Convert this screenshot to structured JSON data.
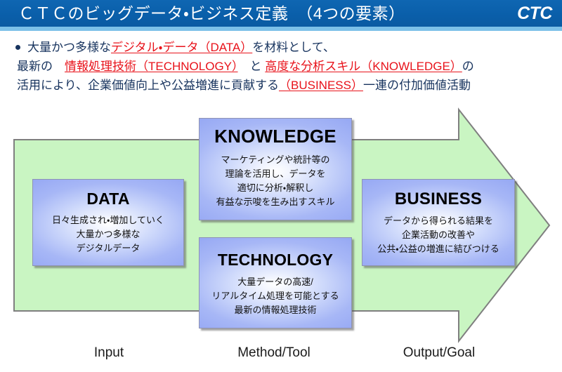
{
  "header": {
    "title": "ＣＴＣのビッグデータ・ビジネス定義　（4つの要素）",
    "logo": "CTC",
    "bar_color": "#0a5faa",
    "underline_color": "#7cc0e8"
  },
  "body": {
    "text_color": "#17335e",
    "highlight_color": "#e8121a",
    "line1": {
      "seg1": "大量かつ多様な",
      "seg2_highlight": "デジタル・データ（DATA）",
      "seg3": "を材料として、"
    },
    "line2": {
      "seg1": "最新の　",
      "seg2_highlight": "情報処理技術（TECHNOLOGY）",
      "seg3": "　と ",
      "seg4_highlight": "高度な分析スキル（KNOWLEDGE）",
      "seg5": "の"
    },
    "line3": {
      "seg1": "活用により、企業価値向上や公益増進に貢献する",
      "seg2_highlight": "（BUSINESS）",
      "seg3": "一連の付加価値活動"
    }
  },
  "diagram": {
    "arrow_fill": "#c9f5c2",
    "arrow_stroke": "#7f7f7f",
    "box_accent": "#97a9f4",
    "boxes": [
      {
        "id": "data",
        "title": "DATA",
        "desc": "日々生成され・増加していく\n大量かつ多様な\nデジタルデータ"
      },
      {
        "id": "knowledge",
        "title": "KNOWLEDGE",
        "desc": "マーケティングや統計等の\n理論を活用し、データを\n適切に分析・解釈し\n有益な示唆を生み出すスキル"
      },
      {
        "id": "technology",
        "title": "TECHNOLOGY",
        "desc": "大量データの高速/\nリアルタイム処理を可能とする\n最新の情報処理技術"
      },
      {
        "id": "business",
        "title": "BUSINESS",
        "desc": "データから得られる結果を\n企業活動の改善や\n公共・公益の増進に結びつける"
      }
    ],
    "stage_labels": {
      "input": "Input",
      "method": "Method/Tool",
      "output": "Output/Goal"
    }
  }
}
